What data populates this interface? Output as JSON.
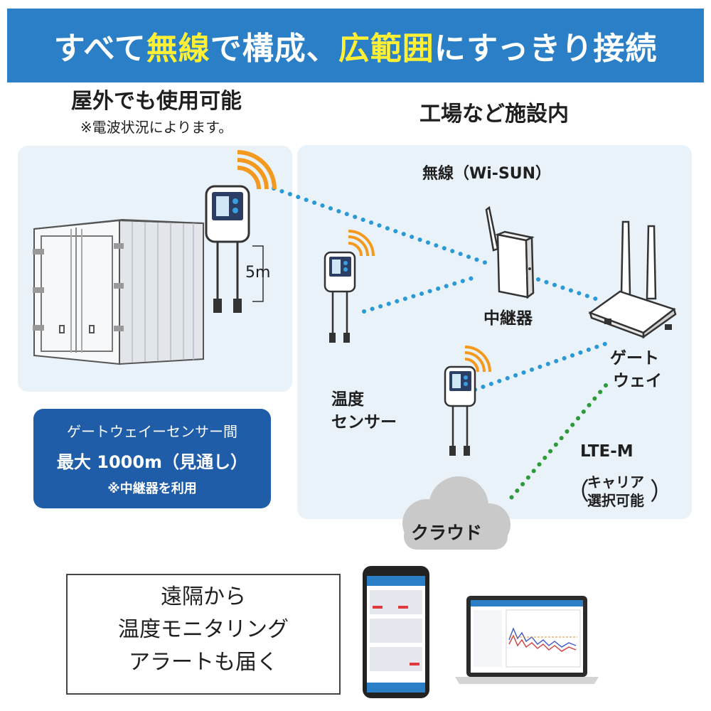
{
  "banner": {
    "part1": "すべて",
    "highlight1": "無線",
    "part2": "で構成、",
    "highlight2": "広範囲",
    "part3": "にすっきり接続"
  },
  "outdoor": {
    "title": "屋外でも使用可能",
    "note": "※電波状況によります。",
    "cable_length": "5m"
  },
  "factory": {
    "title": "工場など施設内",
    "wireless": "無線（Wi-SUN）"
  },
  "labels": {
    "repeater": "中継器",
    "gateway_line1": "ゲート",
    "gateway_line2": "ウェイ",
    "sensor_line1": "温度",
    "sensor_line2": "センサー",
    "lte": "LTE-M",
    "carrier_line1": "キャリア",
    "carrier_line2": "選択可能",
    "paren_open": "（",
    "paren_close": "）",
    "cloud": "クラウド"
  },
  "range_box": {
    "line1": "ゲートウェイーセンサー間",
    "line2": "最大 1000m（見通し）",
    "line3": "※中継器を利用"
  },
  "remote_box": {
    "line1": "遠隔から",
    "line2": "温度モニタリング",
    "line3": "アラートも届く"
  },
  "colors": {
    "banner": "#2a7fc7",
    "highlight": "#fff035",
    "panel": "#e9f1f9",
    "info_box": "#1f5da8",
    "wifi_arc": "#f39a1e",
    "wireless_link": "#2a9ad6",
    "lte_link": "#2d9a3a",
    "cloud": "#c9c9c9"
  }
}
